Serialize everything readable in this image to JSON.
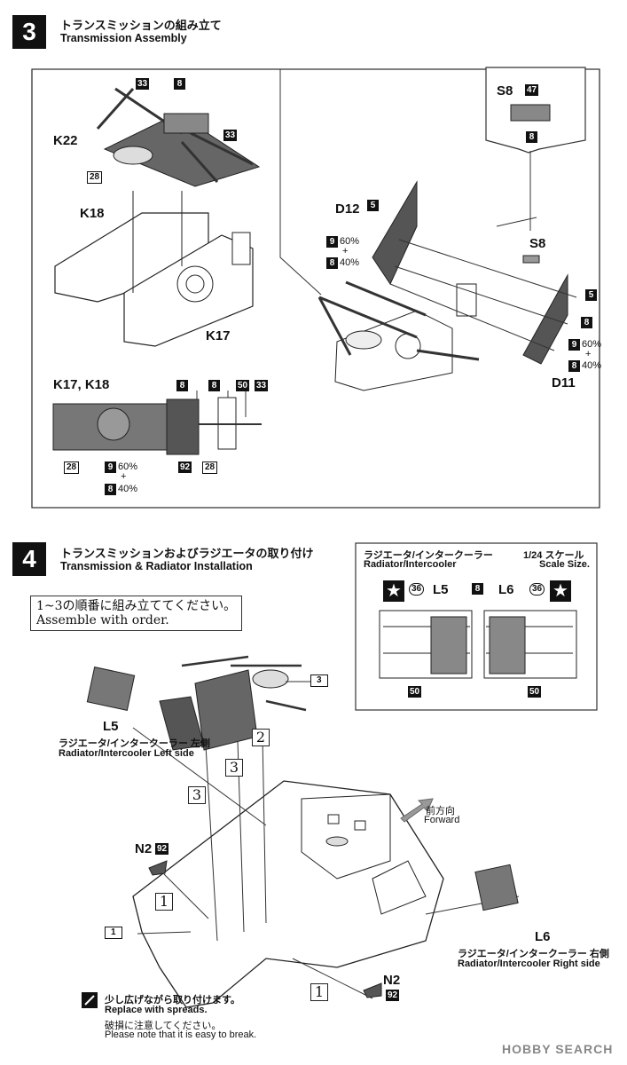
{
  "step3": {
    "number": "3",
    "title_jp": "トランスミッションの組み立て",
    "title_en": "Transmission Assembly",
    "parts": {
      "k22": "K22",
      "k18": "K18",
      "k17": "K17",
      "k17k18": "K17, K18",
      "d12": "D12",
      "d11": "D11",
      "s8": "S8",
      "s8b": "S8"
    },
    "tags": {
      "t33a": "33",
      "t8a": "8",
      "t33b": "33",
      "t28a": "28",
      "t47": "47",
      "t8s8": "8",
      "t5a": "5",
      "t9a": "9",
      "t8b": "8",
      "t5b": "5",
      "t8c": "8",
      "t9b": "9",
      "t8d": "8",
      "t8e": "8",
      "t8f": "8",
      "t50": "50",
      "t33c": "33",
      "t28b": "28",
      "t92": "92",
      "t28c": "28",
      "t9c": "9",
      "t8g": "8"
    },
    "mix": {
      "p60a": "60%",
      "p40a": "40%",
      "p60b": "60%",
      "p40b": "40%",
      "p60c": "60%",
      "p40c": "40%",
      "plus": "+"
    }
  },
  "step4": {
    "number": "4",
    "title_jp": "トランスミッションおよびラジエータの取り付け",
    "title_en": "Transmission & Radiator Installation",
    "order_note_l1": "1~3の順番に組み立ててください。",
    "order_note_l2": "Assemble with order.",
    "inset": {
      "title_jp": "ラジエータ/インタークーラー",
      "title_en": "Radiator/Intercooler",
      "scale_jp": "1/24 スケール",
      "scale_en": "Scale Size.",
      "l5": "L5",
      "l6": "L6",
      "t36a": "36",
      "t36b": "36",
      "t8": "8",
      "t50a": "50",
      "t50b": "50",
      "star": "★"
    },
    "l5_label": "L5",
    "l5_jp": "ラジエータ/インタークーラー 左側",
    "l5_en": "Radiator/Intercooler Left side",
    "l6_label": "L6",
    "l6_jp": "ラジエータ/インタークーラー 右側",
    "l6_en": "Radiator/Intercooler Right side",
    "forward_jp": "前方向",
    "forward_en": "Forward",
    "n2": "N2",
    "n2b": "N2",
    "t92a": "92",
    "t92b": "92",
    "ref3": "3",
    "ref1": "1",
    "roman1a": "1",
    "roman1b": "1",
    "roman2": "2",
    "roman3a": "3",
    "roman3b": "3",
    "warn_jp1": "少し広げながら取り付けます。",
    "warn_en1": "Replace with spreads.",
    "warn_jp2": "破損に注意してください。",
    "warn_en2": "Please note that it is easy to break."
  },
  "watermark": "HOBBY SEARCH"
}
